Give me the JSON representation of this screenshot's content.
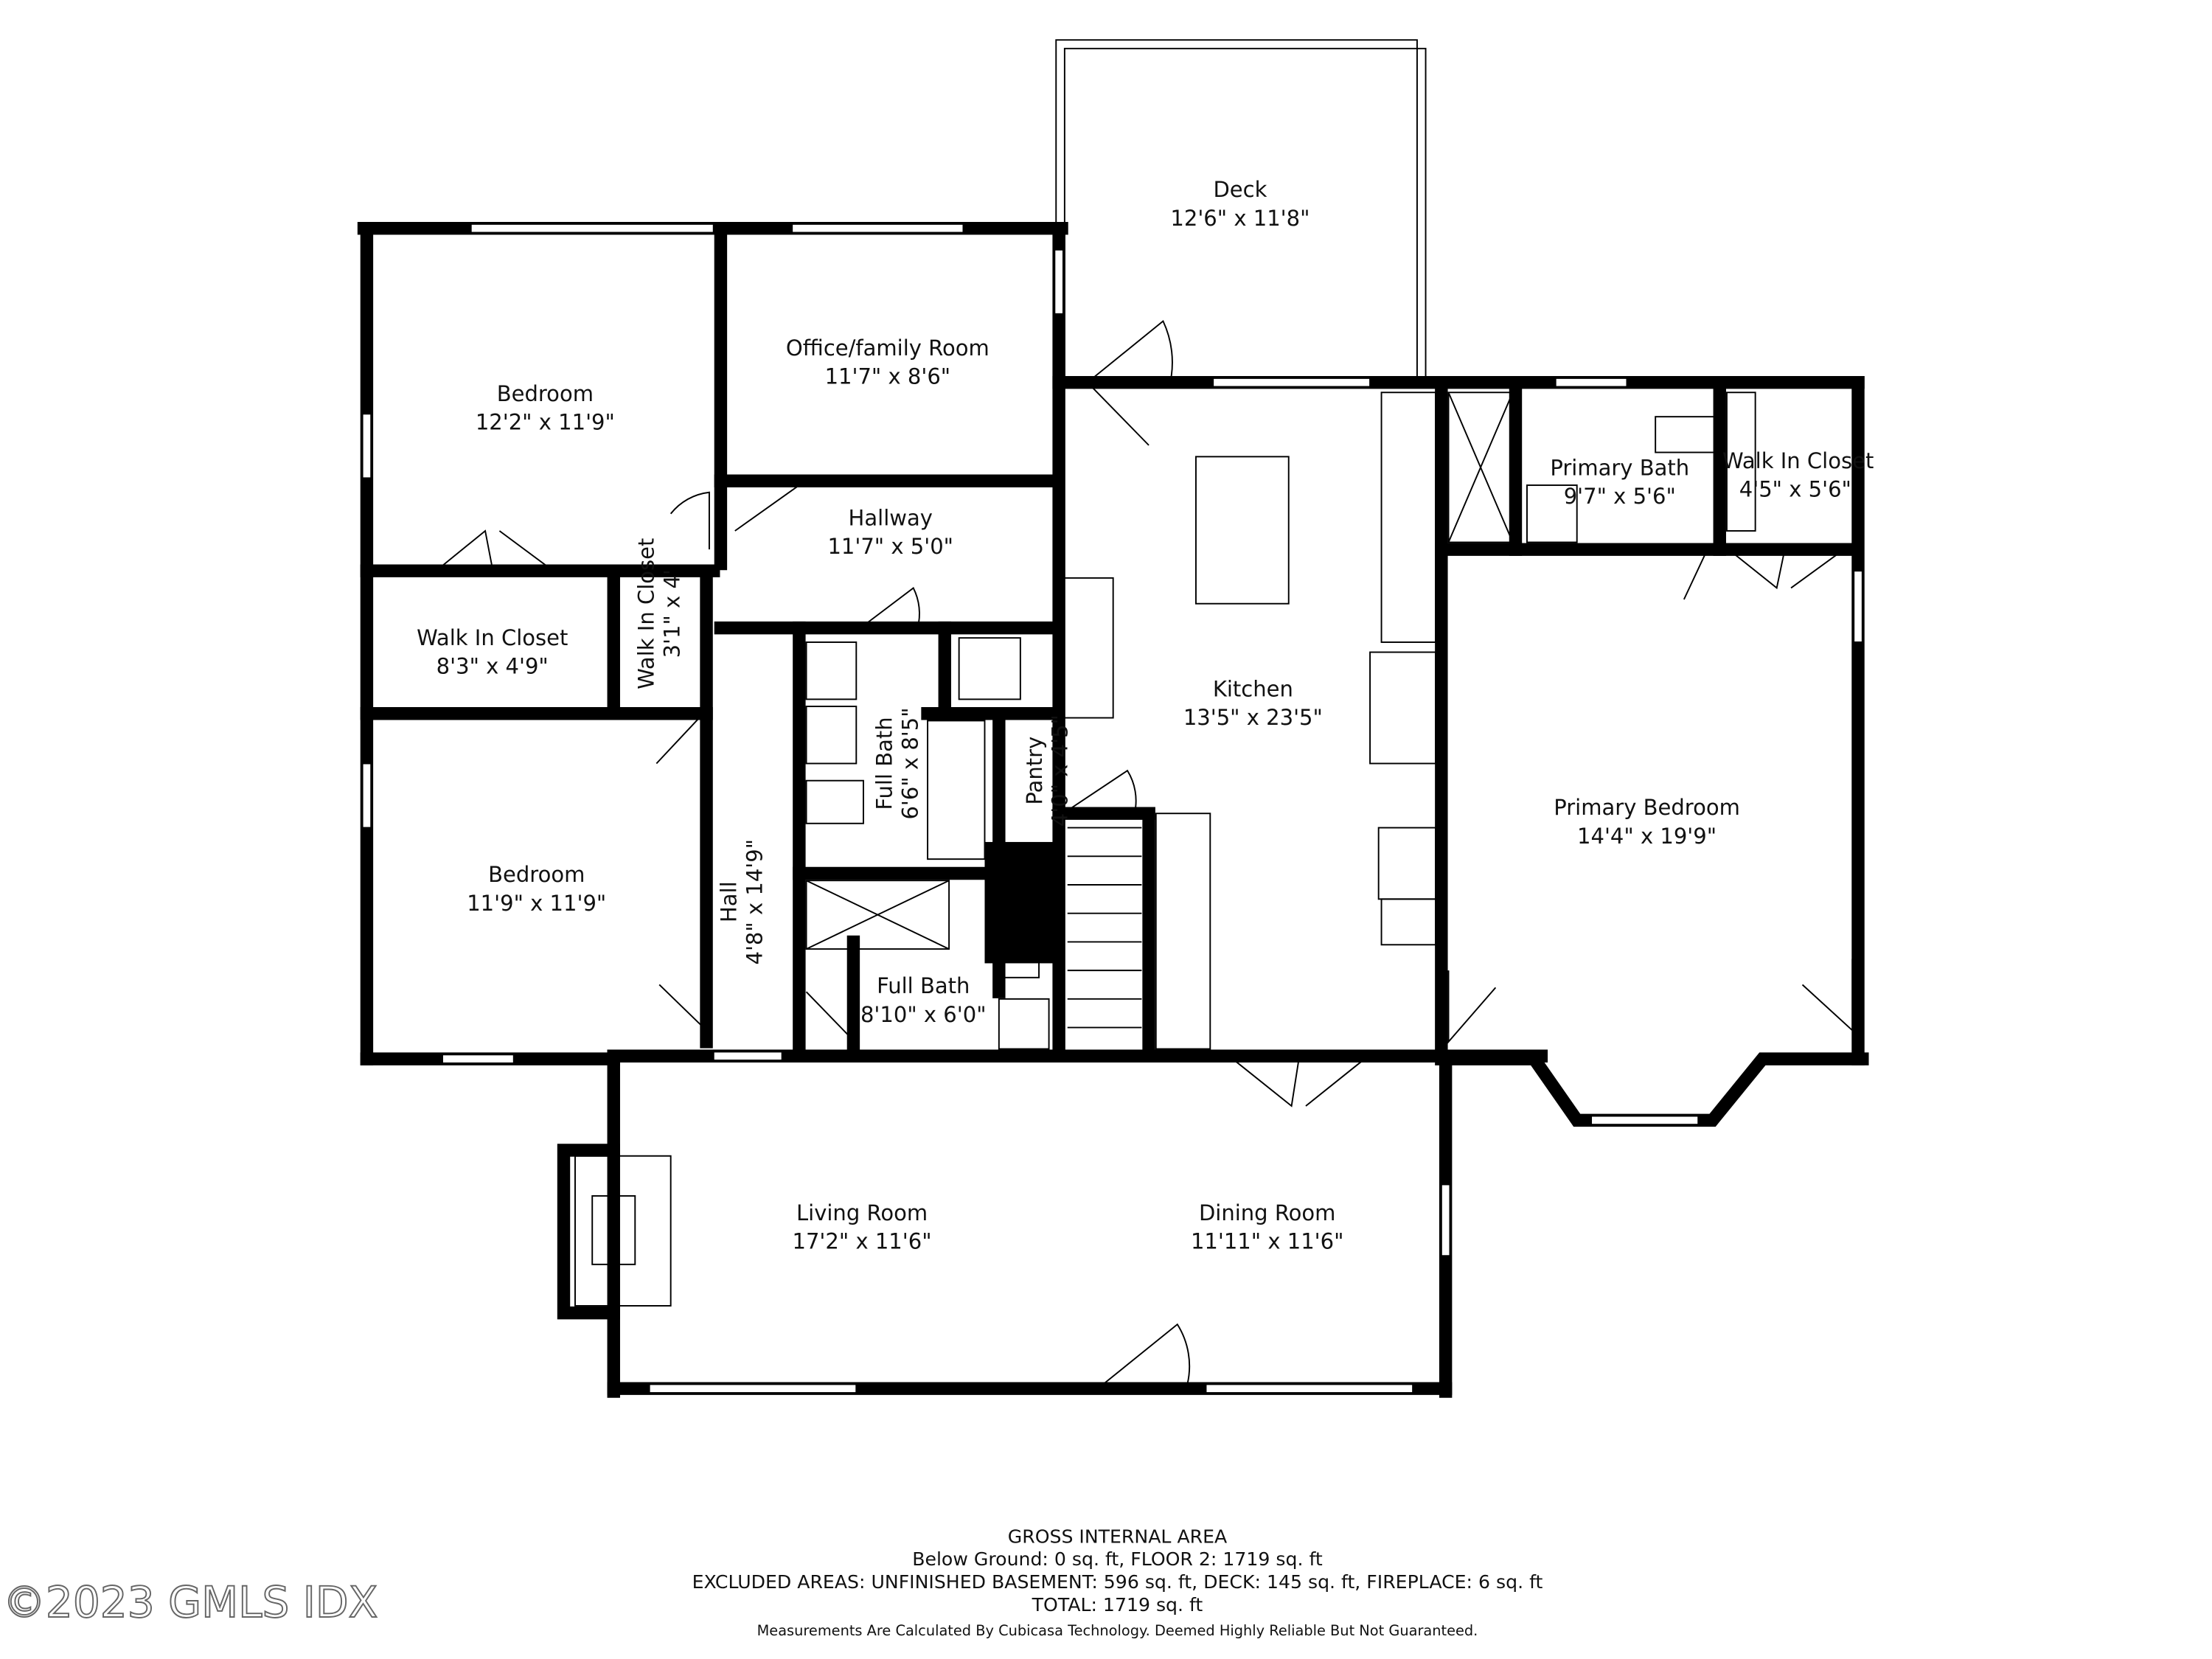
{
  "rooms": {
    "deck": {
      "name": "Deck",
      "size": "12'6\" x 11'8\""
    },
    "office": {
      "name": "Office/family Room",
      "size": "11'7\" x 8'6\""
    },
    "bedroom1": {
      "name": "Bedroom",
      "size": "12'2\" x 11'9\""
    },
    "hallway": {
      "name": "Hallway",
      "size": "11'7\" x 5'0\""
    },
    "walk_in_closet1": {
      "name": "Walk In Closet",
      "size": "8'3\" x 4'9\""
    },
    "walk_in_closet2": {
      "name": "Walk In Closet",
      "size": "3'1\" x 4'"
    },
    "full_bath1": {
      "name": "Full Bath",
      "size": "6'6\" x 8'5\""
    },
    "pantry": {
      "name": "Pantry",
      "size": "4'0\" x 4'5\""
    },
    "kitchen": {
      "name": "Kitchen",
      "size": "13'5\" x 23'5\""
    },
    "primary_bath": {
      "name": "Primary Bath",
      "size": "9'7\" x 5'6\""
    },
    "walk_in_closet3": {
      "name": "Walk In Closet",
      "size": "4'5\" x 5'6\""
    },
    "primary_bedroom": {
      "name": "Primary Bedroom",
      "size": "14'4\" x 19'9\""
    },
    "bedroom2": {
      "name": "Bedroom",
      "size": "11'9\" x 11'9\""
    },
    "hall": {
      "name": "Hall",
      "size": "4'8\" x 14'9\""
    },
    "full_bath2": {
      "name": "Full Bath",
      "size": "8'10\" x 6'0\""
    },
    "living_room": {
      "name": "Living Room",
      "size": "17'2\" x 11'6\""
    },
    "dining_room": {
      "name": "Dining Room",
      "size": "11'11\" x 11'6\""
    }
  },
  "footer": {
    "title": "GROSS INTERNAL AREA",
    "line1": "Below Ground: 0 sq. ft, FLOOR 2: 1719 sq. ft",
    "line2": "EXCLUDED AREAS: UNFINISHED BASEMENT: 596 sq. ft, DECK: 145 sq. ft, FIREPLACE: 6 sq. ft",
    "line3": "TOTAL: 1719 sq. ft",
    "disclaimer": "Measurements Are Calculated By Cubicasa Technology. Deemed Highly Reliable But Not Guaranteed."
  },
  "watermark": "©2023 GMLS IDX"
}
